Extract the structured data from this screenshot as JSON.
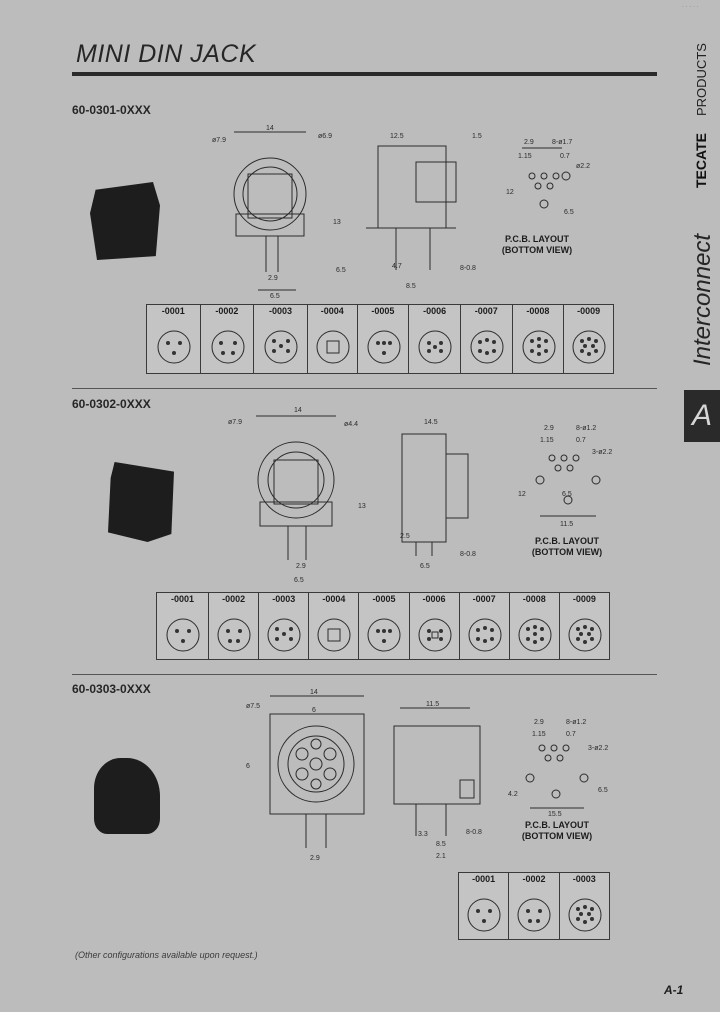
{
  "page_title": "MINI DIN JACK",
  "corner_mark": "· · · · ·",
  "sidebar": {
    "brand": "TECATE",
    "brand_suffix": "PRODUCTS",
    "category": "Interconnect",
    "tab": "A"
  },
  "sections": [
    {
      "part_number": "60-0301-0XXX",
      "pcb_label_1": "P.C.B. LAYOUT",
      "pcb_label_2": "(BOTTOM VIEW)",
      "front_dims": [
        "ø7.9",
        "14",
        "ø6.9",
        "2.9",
        "6.5",
        "13",
        "6.5"
      ],
      "side_dims": [
        "12.5",
        "1.5",
        "4.7",
        "8.5",
        "8-0.8"
      ],
      "pcb_dims": [
        "2.9",
        "8-ø1.7",
        "1.15",
        "0.7",
        "ø2.2",
        "12",
        "6.5"
      ],
      "variants": [
        "-0001",
        "-0002",
        "-0003",
        "-0004",
        "-0005",
        "-0006",
        "-0007",
        "-0008",
        "-0009"
      ]
    },
    {
      "part_number": "60-0302-0XXX",
      "pcb_label_1": "P.C.B. LAYOUT",
      "pcb_label_2": "(BOTTOM VIEW)",
      "front_dims": [
        "ø7.9",
        "14",
        "ø4.4",
        "2.9",
        "6.5",
        "13"
      ],
      "side_dims": [
        "14.5",
        "2.5",
        "6.5",
        "8-0.8"
      ],
      "pcb_dims": [
        "2.9",
        "8-ø1.2",
        "1.15",
        "0.7",
        "3-ø2.2",
        "12",
        "6.5",
        "11.5"
      ],
      "variants": [
        "-0001",
        "-0002",
        "-0003",
        "-0004",
        "-0005",
        "-0006",
        "-0007",
        "-0008",
        "-0009"
      ]
    },
    {
      "part_number": "60-0303-0XXX",
      "pcb_label_1": "P.C.B. LAYOUT",
      "pcb_label_2": "(BOTTOM VIEW)",
      "front_dims": [
        "ø7.5",
        "14",
        "6",
        "6",
        "2.9"
      ],
      "side_dims": [
        "11.5",
        "3.3",
        "8.5",
        "8-0.8",
        "2.1"
      ],
      "pcb_dims": [
        "2.9",
        "8-ø1.2",
        "1.15",
        "0.7",
        "3-ø2.2",
        "4.2",
        "6.5",
        "15.5"
      ],
      "variants": [
        "-0001",
        "-0002",
        "-0003"
      ]
    }
  ],
  "footer_note": "(Other configurations available upon request.)",
  "page_number": "A-1",
  "colors": {
    "background": "#bcbcbc",
    "ink": "#262626",
    "tab": "#2a2a2a"
  }
}
